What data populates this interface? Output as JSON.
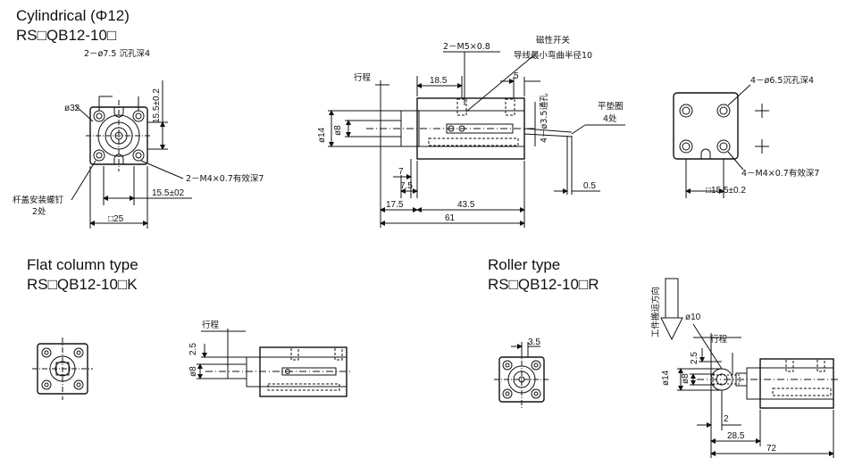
{
  "sections": {
    "cylindrical": {
      "title": "Cylindrical (Φ12)",
      "model": "RS□QB12-10□"
    },
    "flat": {
      "title": "Flat column type",
      "model": "RS□QB12-10□K"
    },
    "roller": {
      "title": "Roller type",
      "model": "RS□QB12-10□R"
    }
  },
  "labels": {
    "c_hole": "2－ø7.5 沉孔深4",
    "c_d32": "ø32",
    "c_h155": "15.5±0.2",
    "c_m4": "2－M4×0.7有效深7",
    "c_w155": "15.5±02",
    "c_sq25": "□25",
    "c_screw1": "杆盖安装螺钉",
    "c_screw2": "2处",
    "s_stroke": "行程",
    "s_m5": "2－M5×0.8",
    "s_switch": "磁性开关",
    "s_wire": "导线最小弯曲半径10",
    "s_185": "18.5",
    "s_5": "5",
    "s_d14": "ø14",
    "s_d8": "ø8",
    "s_through": "4－ø3.5通孔",
    "s_washer1": "平垫圈",
    "s_washer2": "4处",
    "s_7": "7",
    "s_75": "7.5",
    "s_05": "0.5",
    "s_175": "17.5",
    "s_435": "43.5",
    "s_61": "61",
    "r_hole": "4－ø6.5沉孔深4",
    "r_m4": "4－M4×0.7有效深7",
    "r_155": "□15.5±0.2",
    "f_stroke": "行程",
    "f_25": "2.5",
    "f_d8": "ø8",
    "ro_35": "3.5",
    "rs_dir": "工件搬运方向",
    "rs_d10": "ø10",
    "rs_stroke": "行程",
    "rs_d14": "ø14",
    "rs_d8": "ø8",
    "rs_25": "2.5",
    "rs_2": "2",
    "rs_285": "28.5",
    "rs_72": "72"
  }
}
